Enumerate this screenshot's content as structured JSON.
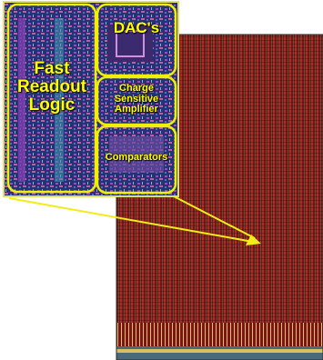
{
  "labels": {
    "fast_readout_logic": [
      "Fast",
      "Readout",
      "Logic"
    ],
    "dacs": "DAC's",
    "charge_sensitive_amplifier": [
      "Charge",
      "Sensitive",
      "Amplifier"
    ],
    "comparators": "Comparators"
  },
  "colors": {
    "highlight": "#f0f000",
    "pixel_array": "#8a1a1a",
    "inset_background": "#2a2f7a",
    "arrow": "#f2ec18"
  }
}
